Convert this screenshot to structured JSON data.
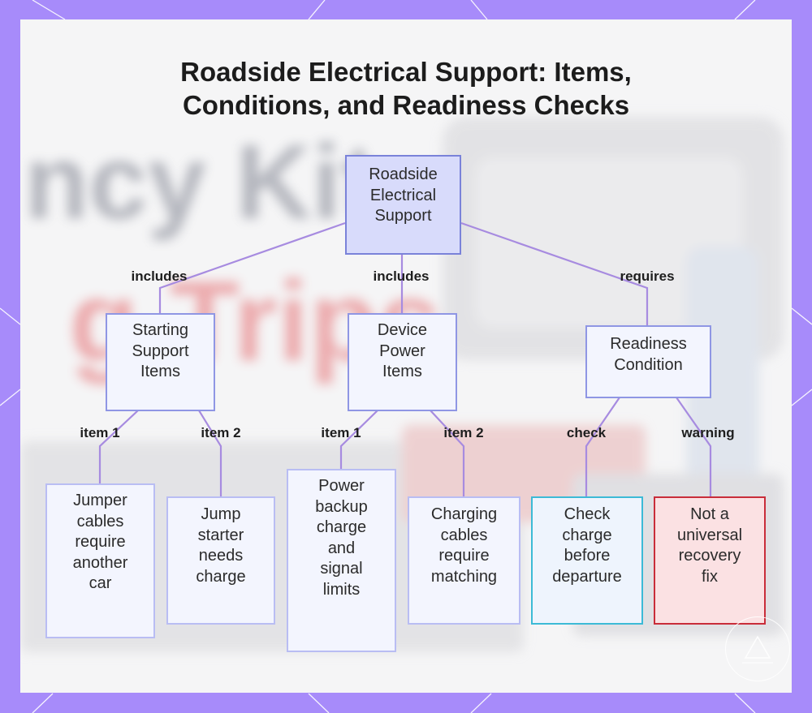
{
  "title": {
    "line1": "Roadside Electrical Support: Items,",
    "line2": "Conditions, and Readiness Checks"
  },
  "background": {
    "kit_text_line1": "ncy Kit",
    "kit_text_line2": "g Trips"
  },
  "nodes": {
    "root": "Roadside\nElectrical\nSupport",
    "starting": "Starting\nSupport\nItems",
    "device": "Device\nPower\nItems",
    "readiness": "Readiness\nCondition",
    "jumper": "Jumper\ncables\nrequire\nanother\ncar",
    "jumpstarter": "Jump\nstarter\nneeds\ncharge",
    "powerbackup": "Power\nbackup\ncharge\nand\nsignal\nlimits",
    "charging": "Charging\ncables\nrequire\nmatching",
    "check": "Check\ncharge\nbefore\ndeparture",
    "warning": "Not a\nuniversal\nrecovery\nfix"
  },
  "edge_labels": {
    "root_starting": "includes",
    "root_device": "includes",
    "root_readiness": "requires",
    "starting_jumper": "item 1",
    "starting_jumpstarter": "item 2",
    "device_powerbackup": "item 1",
    "device_charging": "item 2",
    "readiness_check": "check",
    "readiness_warning": "warning"
  },
  "colors": {
    "frame": "#a78bfa",
    "edge": "#a78be0",
    "node_border": "#8f96e4",
    "check_border": "#3cbad6",
    "warning_border": "#c92d3a"
  }
}
